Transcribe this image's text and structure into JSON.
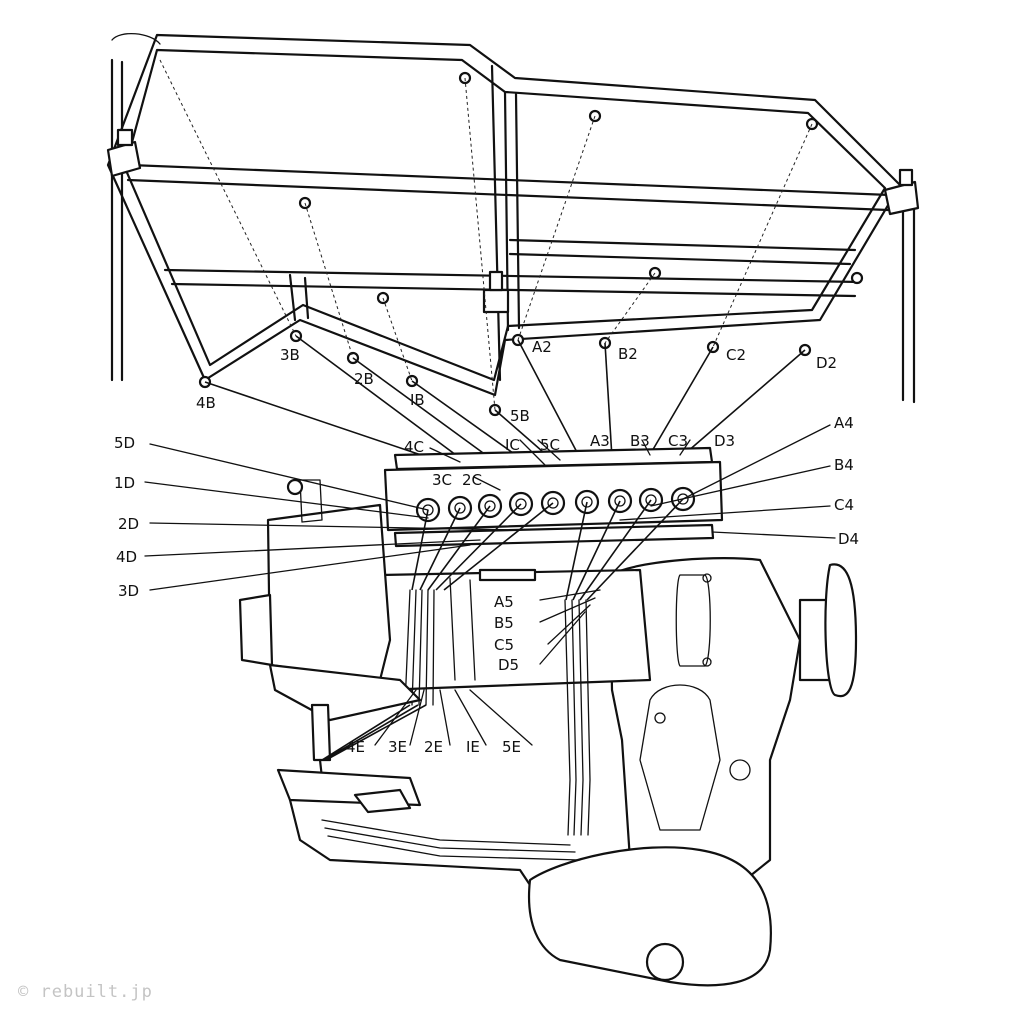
{
  "watermark": "© rebuilt.jp",
  "labels": {
    "l_4B": "4B",
    "l_3B": "3B",
    "l_2B": "2B",
    "l_1B": "IB",
    "l_5B": "5B",
    "l_A2": "A2",
    "l_B2": "B2",
    "l_C2": "C2",
    "l_D2": "D2",
    "l_4C": "4C",
    "l_1C": "IC",
    "l_5C": "5C",
    "l_A3": "A3",
    "l_B3": "B3",
    "l_C3": "C3",
    "l_D3": "D3",
    "l_3C": "3C",
    "l_2C": "2C",
    "l_5D": "5D",
    "l_1D": "1D",
    "l_2D": "2D",
    "l_4D": "4D",
    "l_3D": "3D",
    "l_A4": "A4",
    "l_B4": "B4",
    "l_C4": "C4",
    "l_D4": "D4",
    "l_A5": "A5",
    "l_B5": "B5",
    "l_C5": "C5",
    "l_D5": "D5",
    "l_4E": "4E",
    "l_3E": "3E",
    "l_2E": "2E",
    "l_1E": "IE",
    "l_5E": "5E"
  }
}
